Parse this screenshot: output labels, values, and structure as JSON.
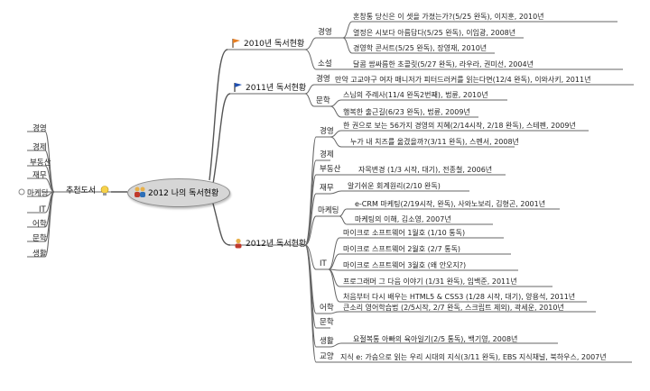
{
  "center": {
    "label": "2012 나의 독서현황"
  },
  "recommend": {
    "label": "추천도서"
  },
  "categories": [
    "경영",
    "경제",
    "부동산",
    "재무",
    "마케팅",
    "IT",
    "어학",
    "문학",
    "생활"
  ],
  "b2010": {
    "label": "2010년 독서현황",
    "sub_mgmt": "경영",
    "sub_novel": "소설",
    "items": [
      "혼창통 당신은 이 셋을 가졌는가?(5/25 완독), 이지훈, 2010년",
      "열정은 시보다 아름답다(5/25 완독), 이임광, 2008년",
      "경영학 콘서트(5/25 완독), 장영재, 2010년",
      "달콤 쌉싸름한 초콜릿(5/27 완독), 라우라, 권미선, 2004년"
    ]
  },
  "b2011": {
    "label": "2011년 독서현황",
    "sub_mgmt": "경영",
    "sub_lit": "문학",
    "items": [
      "만약 고교야구 여자 매니저가 피터드러커를 읽는다면(12/4 완독), 이와사키, 2011년",
      "스님의 주례사(11/4 완독2번째), 법륜, 2010년",
      "행복한 출근길(6/23 완독), 법륜, 2009년"
    ]
  },
  "b2012": {
    "label": "2012년 독서현황",
    "subs": {
      "mgmt": "경영",
      "econ": "경제",
      "estate": "부동산",
      "fin": "재무",
      "mkt": "마케팅",
      "it": "IT",
      "lang": "어학",
      "lit": "문학",
      "life": "생활",
      "edu": "교양"
    },
    "items": {
      "mgmt1": "한 권으로 보는 56가지 경영의 지혜(2/14시작, 2/18 완독), 스테펜, 2009년",
      "mgmt2": "누가 내 치즈를 옮겼을까?(3/11 완독), 스펜서, 2008년",
      "estate1": "자목변경 (1/3 시작, 대기), 전종철, 2006년",
      "fin1": "알기쉬운 회계원리(2/10 완독)",
      "mkt1": "e-CRM 마케팅(2/19시작, 완독), 사와노보리, 김형곤, 2001년",
      "mkt2": "마케팅의 이해, 김소영, 2007년",
      "it1": "마이크로 소프트웨어 1월호 (1/10 통독)",
      "it2": "마이크로 스프트웨어 2월호 (2/7 통독)",
      "it3": "마이크로 스프트웨어 3월호 (왜 안오지?)",
      "it4": "프로그래머 그 다음 이야기 (1/31 완독), 임백준, 2011년",
      "it5": "처음부터 다시 배우는 HTML5 & CSS3 (1/28 시작, 대기), 양용석, 2011년",
      "lang1": "큰소리 영어학습법 (2/5시작, 2/7 완독, 스크립트 제외), 곽세운, 2010년",
      "life1": "요절복통 아빠의 육아일기(2/5 통독), 백기영, 2008년",
      "edu1": "지식 e: 가슴으로 읽는 우리 시대의 지식(3/11 완독), EBS 지식채널, 북하우스, 2007년"
    }
  }
}
